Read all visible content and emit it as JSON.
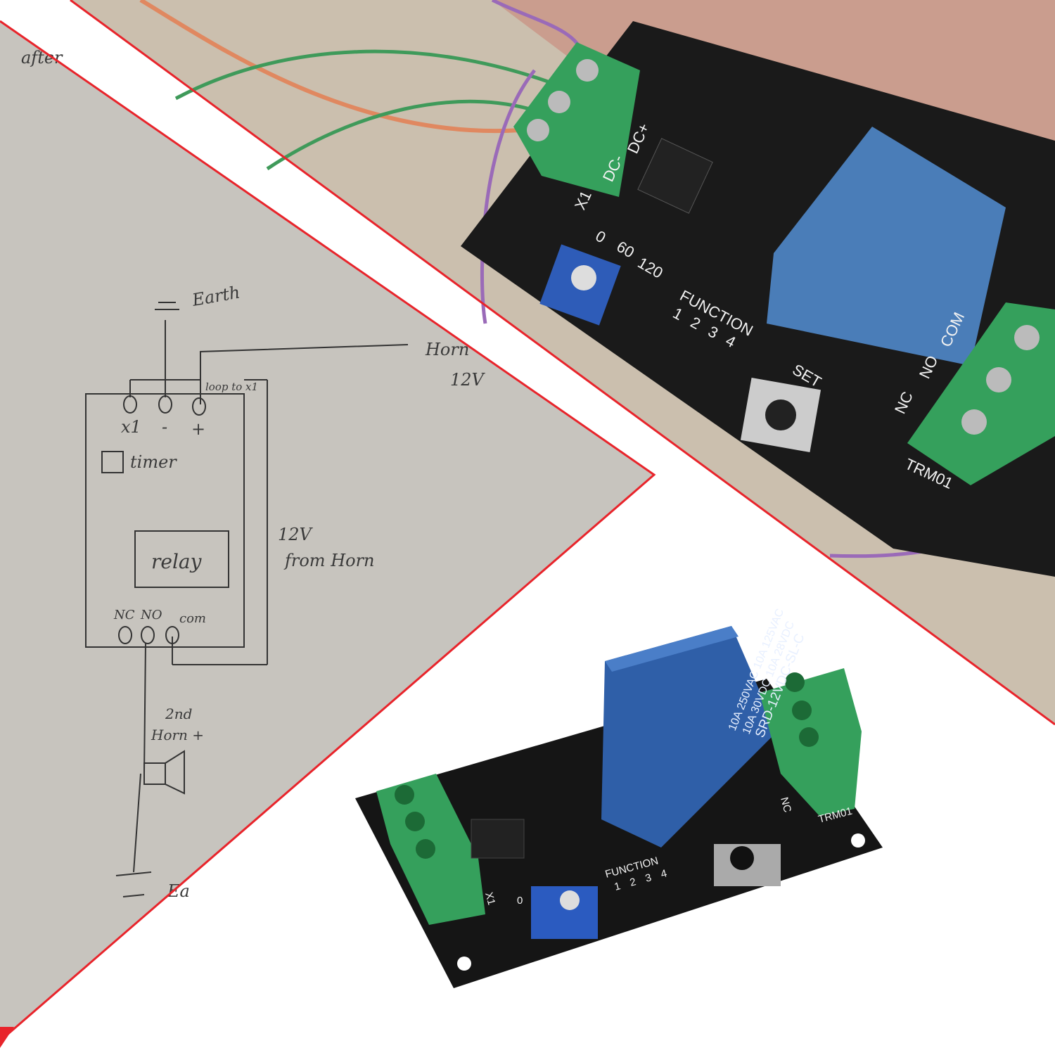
{
  "colors": {
    "divider": "#e8242b",
    "board": "#141414",
    "relay": "#2f5fa8",
    "terminal": "#2e9a55",
    "paper": "#c9c6c0",
    "photo_bg": "#c8b9a6"
  },
  "sketch": {
    "top_note": "after",
    "earth_top": "Earth",
    "horn_label": "Horn",
    "horn_voltage": "12V",
    "loop_note": "loop to x1",
    "pins": [
      "x1",
      "-",
      "+"
    ],
    "timer": "timer",
    "relay": "relay",
    "supply_voltage": "12V",
    "supply_from": "from Horn",
    "relay_pins": [
      "NC",
      "NO",
      "com"
    ],
    "second_horn_1": "2nd",
    "second_horn_2": "Horn +",
    "earth_bottom": "Ea"
  },
  "photo_board": {
    "terminals": [
      "X1",
      "DC-",
      "DC+"
    ],
    "pot_scale": [
      "0",
      "60",
      "120"
    ],
    "function_label": "FUNCTION",
    "function_numbers": [
      "1",
      "2",
      "3",
      "4"
    ],
    "set_button": "SET",
    "relay_pins": [
      "NC",
      "NO",
      "COM"
    ],
    "model": "TRM01"
  },
  "product_board": {
    "relay_text": [
      "10A 250VAC  10A 125VAC",
      "10A 30VDC  10A 28VDC",
      "SRD-12VDC-SL-C"
    ],
    "function_label": "FUNCTION",
    "function_numbers": [
      "1",
      "2",
      "3",
      "4"
    ],
    "model": "TRM01",
    "x1": "X1",
    "pot_zero": "0",
    "nc": "NC"
  }
}
